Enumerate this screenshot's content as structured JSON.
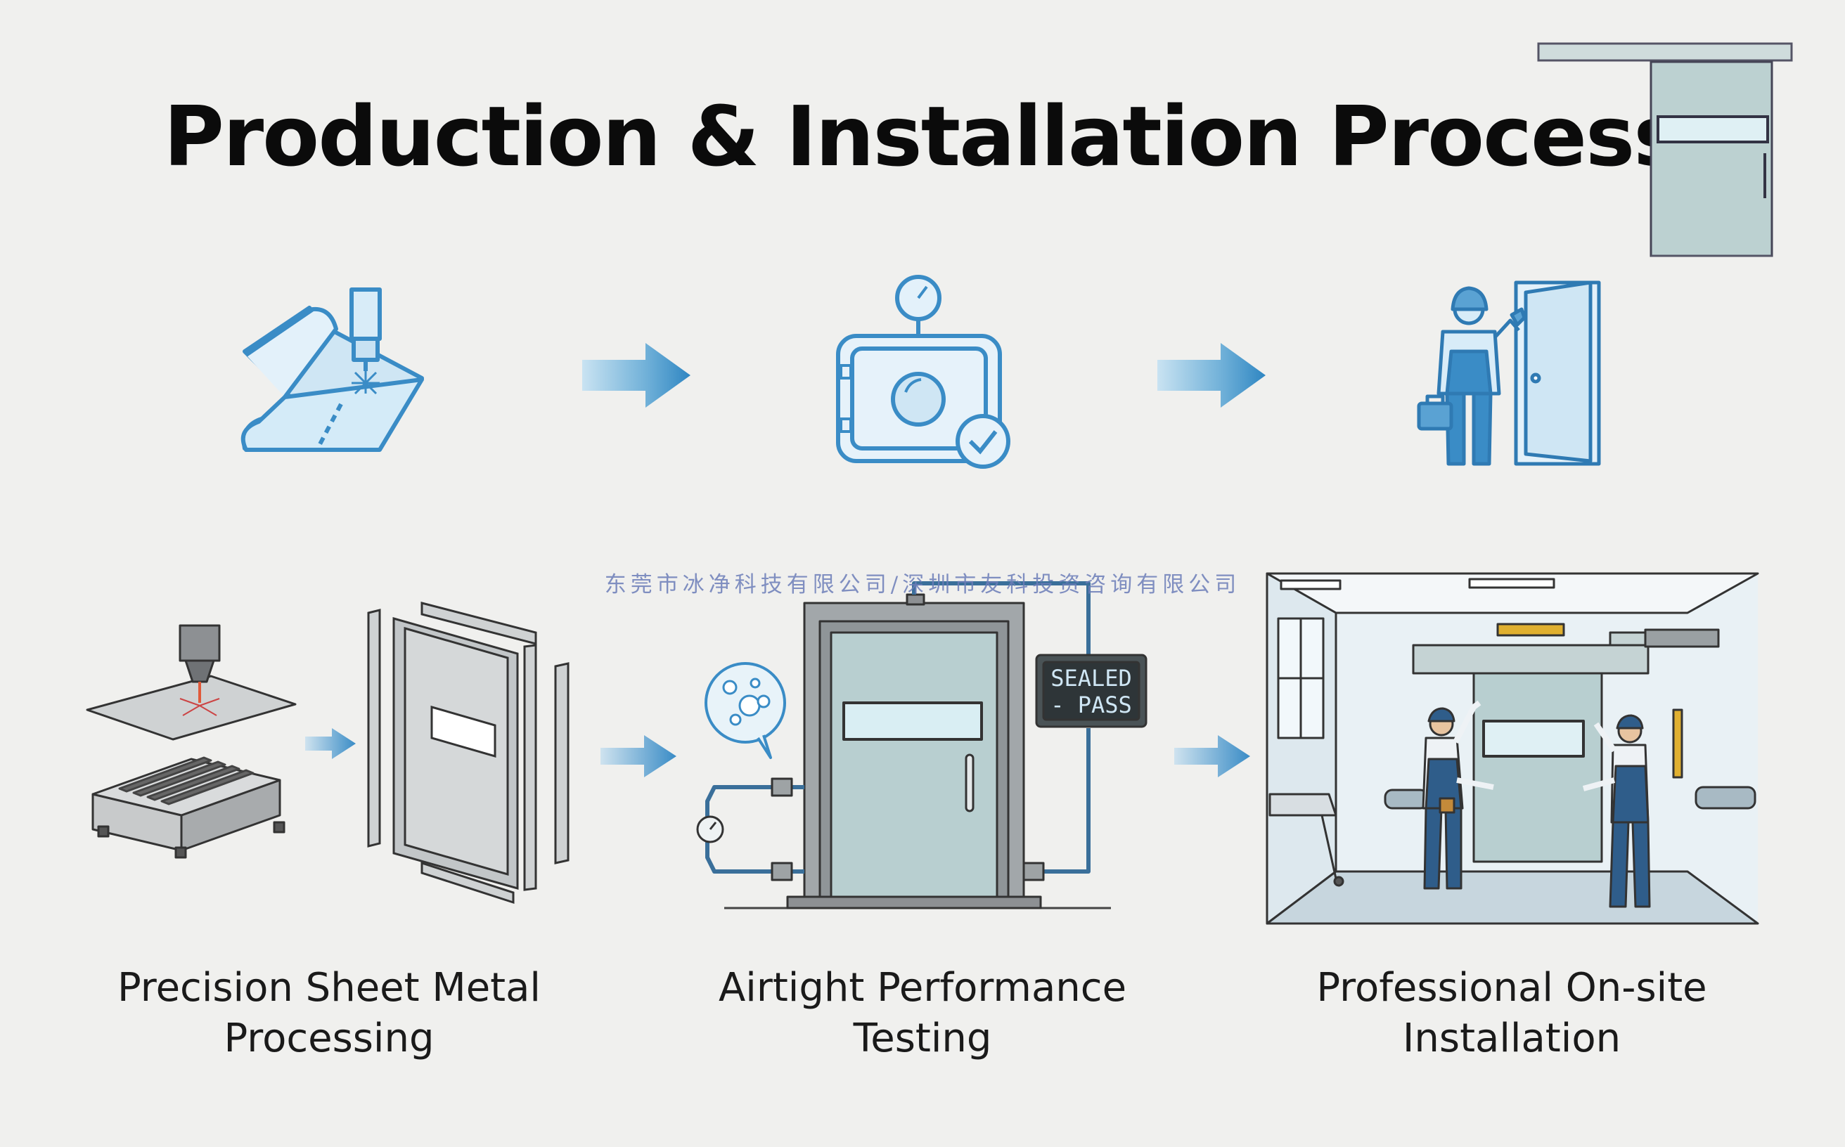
{
  "title": "Production & Installation Process",
  "watermark": "东莞市冰净科技有限公司/深圳市友科投资咨询有限公司",
  "icons": [
    "sheet-metal-bending-icon",
    "airtight-test-icon",
    "installer-door-icon"
  ],
  "panels": {
    "testing_display_line1": "SEALED",
    "testing_display_line2": "- PASS"
  },
  "steps": [
    {
      "label_line1": "Precision Sheet Metal",
      "label_line2": "Processing"
    },
    {
      "label_line1": "Airtight Performance",
      "label_line2": "Testing"
    },
    {
      "label_line1": "Professional On-site",
      "label_line2": "Installation"
    }
  ],
  "colors": {
    "icon_stroke": "#3a8cc6",
    "icon_fill": "#cfe6f4",
    "arrow": "#4a98c9",
    "door_fill": "#b8cfd0",
    "worker_blue": "#2f5d8a"
  }
}
